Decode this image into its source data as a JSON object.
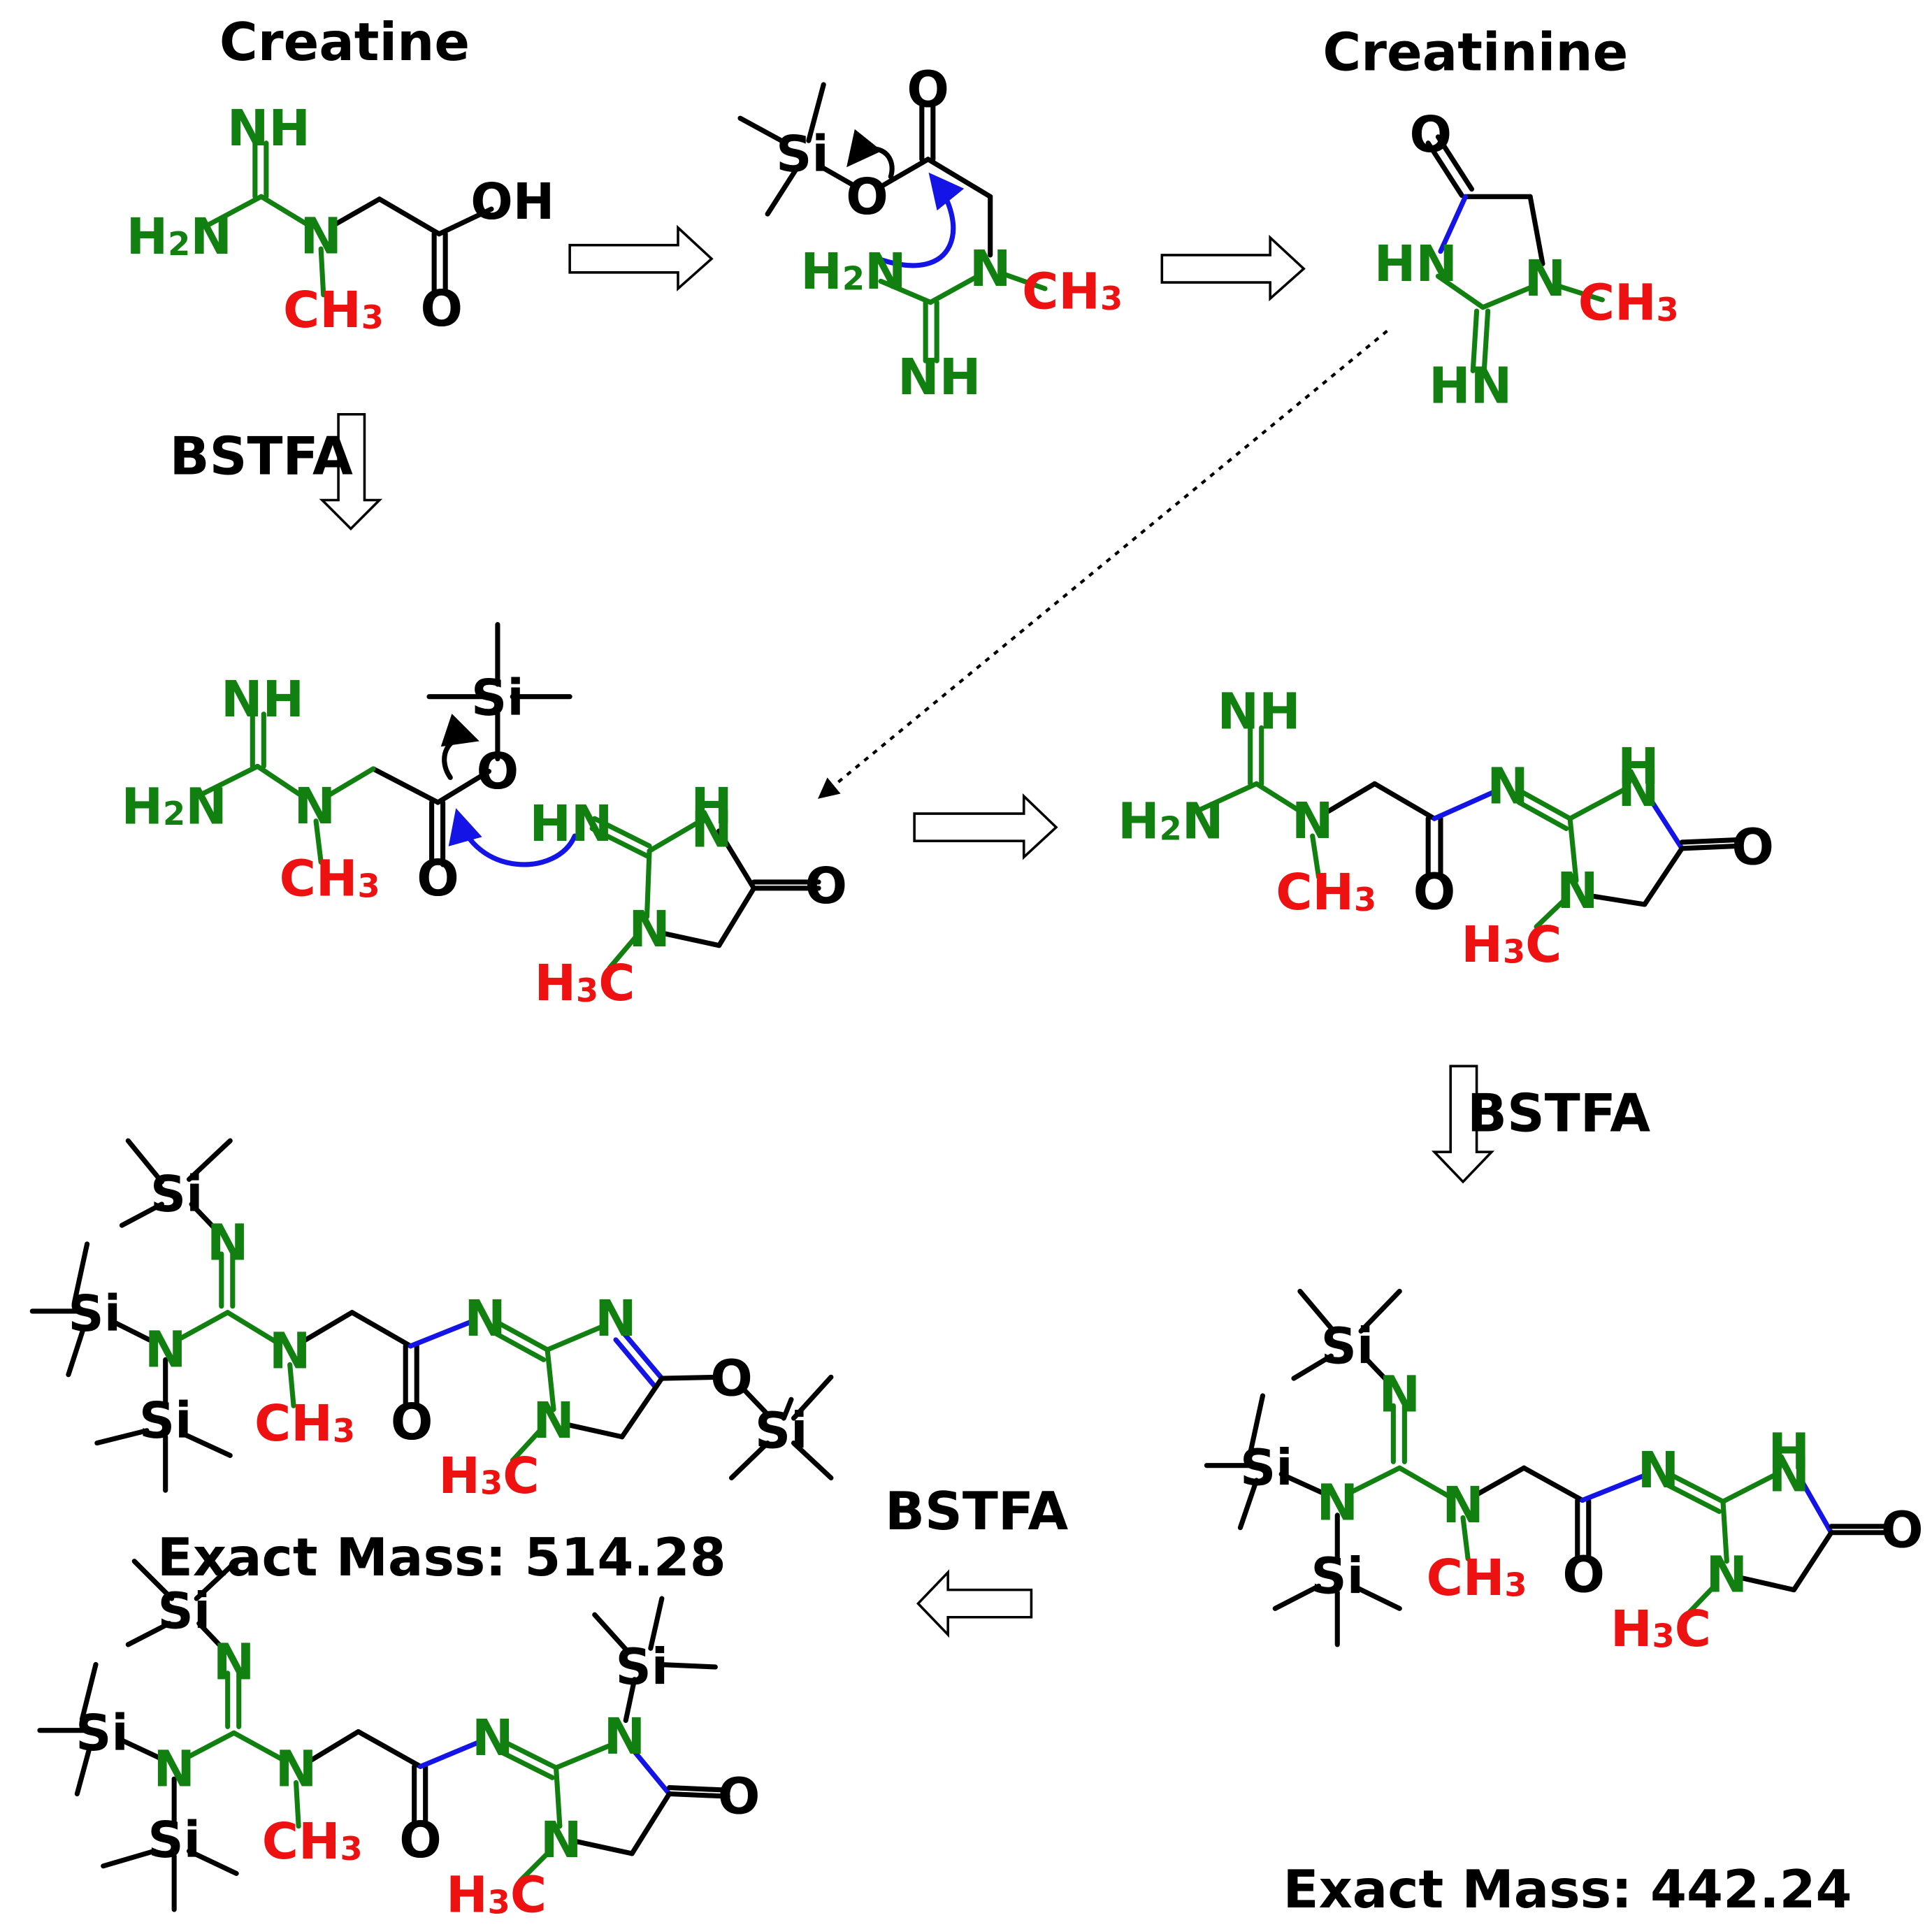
{
  "colors": {
    "carbon": "#000000",
    "nitrogen_group": "#118011",
    "methyl": "#ee1111",
    "new_bond": "#1414e6",
    "background": "#ffffff"
  },
  "titles": {
    "creatine": "Creatine",
    "creatinine": "Creatinine"
  },
  "reagents": {
    "r1": "BSTFA",
    "r2": "BSTFA",
    "r3": "BSTFA"
  },
  "masses": {
    "m514": "Exact Mass: 514.28",
    "m442": "Exact Mass: 442.24"
  },
  "atoms": {
    "NH": "NH",
    "HN": "HN",
    "N": "N",
    "H": "H",
    "O": "O",
    "OH": "OH",
    "Si": "Si",
    "H2N_main": "H",
    "H2N_sub": "2",
    "H2N_tail": "N",
    "CH3_main": "CH",
    "CH3_sub": "3",
    "H3C_h": "H",
    "H3C_sub": "3",
    "H3C_c": "C"
  },
  "arrows": {
    "right": "right-arrow-icon",
    "down": "down-arrow-icon",
    "left": "left-arrow-icon",
    "dotted": "dotted-arrow-icon",
    "curved": "curved-arrow-icon"
  }
}
